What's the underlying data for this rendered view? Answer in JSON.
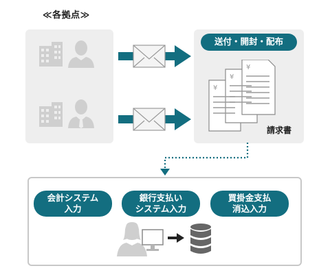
{
  "sources": {
    "title": "≪各拠点≫"
  },
  "receive": {
    "title": "送付・開封・配布",
    "doc_label": "請求書"
  },
  "steps": [
    {
      "label": "会計システム\n入力"
    },
    {
      "label": "銀行支払い\nシステム入力"
    },
    {
      "label": "買掛金支払\n消込入力"
    }
  ],
  "icons": {
    "building": "office-building-icon",
    "person": "person-icon",
    "envelope": "envelope-icon",
    "invoice": "yen-invoice-icon",
    "computer": "monitor-icon",
    "database": "database-icon"
  },
  "colors": {
    "accent": "#136e80",
    "panel": "#eeeeee",
    "icon_gray": "#cfcfcf",
    "dark_icon": "#444444"
  }
}
